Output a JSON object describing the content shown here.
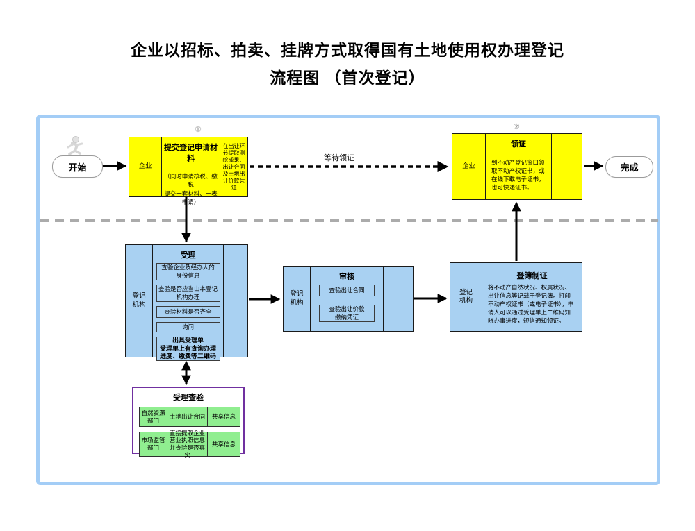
{
  "title_line1": "企业以招标、拍卖、挂牌方式取得国有土地使用权办理登记",
  "title_line2": "流程图 （首次登记）",
  "start": {
    "label": "开始"
  },
  "finish": {
    "label": "完成"
  },
  "wait_arrow_label": "等待领证",
  "submit_box": {
    "marker": "①",
    "actor": "企业",
    "title": "提交登记申请材料",
    "note": "（同时申请核税、缴税\n提交一套材料、一表申请）",
    "side": "在出让环节提取测绘成果、出让合同及土地出让价款凭证"
  },
  "collect_box": {
    "marker": "②",
    "actor": "企业",
    "title": "领证",
    "body": "到不动产登记窗口领取不动产权证书，或在线下载电子证书，也可快递证书。"
  },
  "accept_box": {
    "actor": "登记\n机构",
    "title": "受理",
    "steps": [
      "查验企业及经办人的\n身份信息",
      "查验是否应当由本登记\n机构办理",
      "查验材料是否齐全",
      "询问",
      "出具受理单\n受理单上有查询办理\n进度、缴费等二维码"
    ]
  },
  "review_box": {
    "actor": "登记\n机构",
    "title": "审核",
    "steps": [
      "查验出让合同",
      "查验出让价款\n缴纳凭证"
    ]
  },
  "record_box": {
    "actor": "登记\n机构",
    "title": "登簿制证",
    "body": "将不动产自然状况、权属状况、出让信息等记载于登记簿。打印不动产权证书（或电子证书），申请人可以通过受理单上二维码知晓办事进度，短信通知领证。"
  },
  "verify_box": {
    "title": "受理查验",
    "rows": [
      {
        "dept": "自然资源部门",
        "item": "土地出让合同",
        "share": "共享信息"
      },
      {
        "dept": "市场监管部门",
        "item": "直接提取企业营业执照信息并查验是否真实",
        "share": "共享信息"
      }
    ]
  },
  "colors": {
    "frame_border": "#a3cdf6",
    "process_yellow": "#ffff00",
    "process_blue": "#a9d1f2",
    "share_green": "#90ee90",
    "verify_purple": "#7030a0",
    "separator_gray": "#ababab"
  }
}
